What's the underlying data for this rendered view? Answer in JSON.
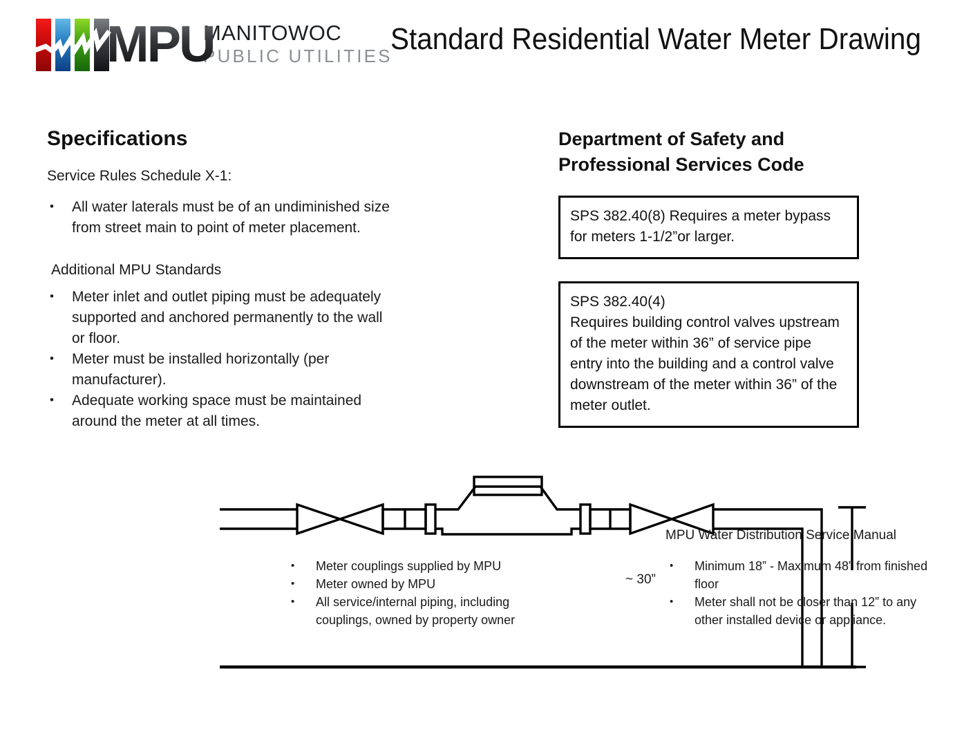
{
  "header": {
    "logo": {
      "mark_letters": "MPU",
      "word_top": "MANITOWOC",
      "word_bottom": "PUBLIC UTILITIES",
      "bar_colors": [
        "#d40d0d",
        "#2a82c4",
        "#3f9e14",
        "#3a3d41"
      ],
      "bolt_color": "#ffffff"
    },
    "title": "Standard Residential Water Meter Drawing"
  },
  "specifications": {
    "heading": "Specifications",
    "lead": "Service Rules Schedule X-1:",
    "bullets_1": [
      "All water laterals must be of an undiminished size from street main to point of meter placement."
    ],
    "subhead": "Additional MPU Standards",
    "bullets_2": [
      "Meter inlet and outlet piping must be adequately supported and anchored permanently to the wall or floor.",
      "Meter must be installed horizontally (per manufacturer).",
      "Adequate working space must be maintained around the meter at all times."
    ]
  },
  "dsps": {
    "heading": "Department of Safety and Professional Services Code",
    "boxes": [
      {
        "text": "SPS 382.40(8) Requires a meter bypass for meters 1-1/2”or larger."
      },
      {
        "text": "SPS 382.40(4)\nRequires building control valves upstream of the meter within 36” of service pipe entry into the building and a control valve downstream of the meter within 36” of the meter outlet."
      }
    ]
  },
  "diagram": {
    "dimension_label": "~ 30”",
    "center_notes": [
      "Meter couplings supplied by MPU",
      "Meter owned by MPU",
      "All service/internal piping, including couplings, owned by property owner"
    ],
    "manual": {
      "title": "MPU Water Distribution Service Manual",
      "notes": [
        "Minimum 18” - Maximum 48” from finished floor",
        "Meter shall not be closer than 12” to any other installed device or appliance."
      ]
    },
    "line_color": "#000000"
  }
}
